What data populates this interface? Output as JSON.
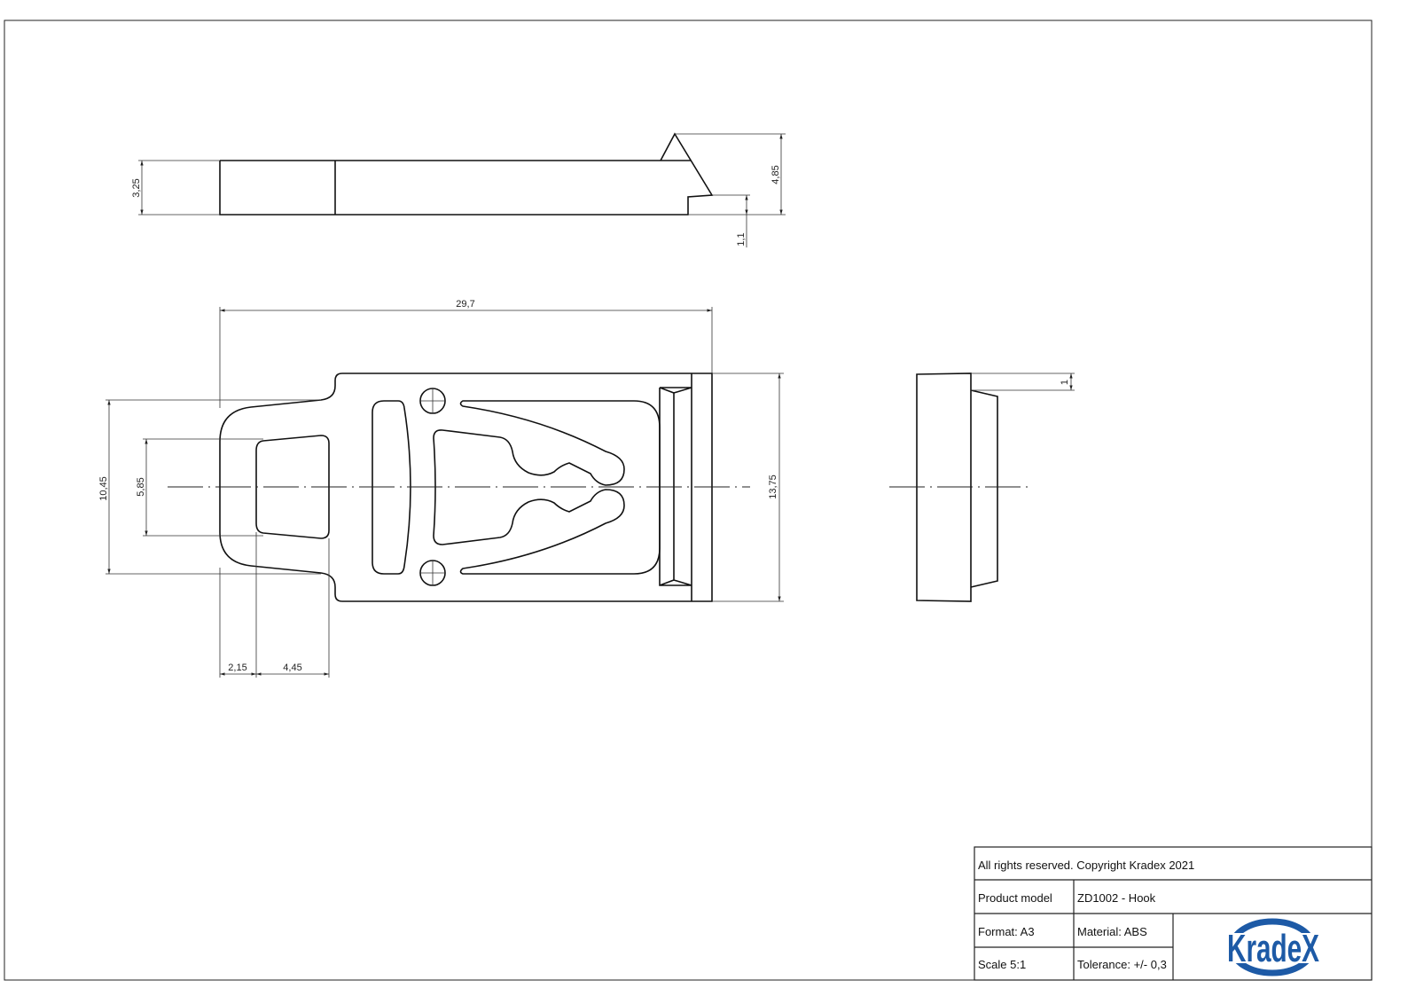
{
  "drawing": {
    "dimensions": {
      "top_height": "3,25",
      "top_total_height": "4,85",
      "top_hook_step": "1,1",
      "overall_length": "29,7",
      "overall_width": "13,75",
      "tab_width": "10,45",
      "window_width": "5,85",
      "tab_offset": "2,15",
      "window_length": "4,45",
      "side_step": "1"
    }
  },
  "title_block": {
    "copyright": "All rights reserved. Copyright Kradex 2021",
    "product_model_label": "Product model",
    "product_model_value": "ZD1002 - Hook",
    "format": "Format: A3",
    "material": "Material: ABS",
    "scale": "Scale 5:1",
    "tolerance": "Tolerance: +/- 0,3",
    "logo_text": "KradeX",
    "logo_color": "#1d5aa6"
  }
}
